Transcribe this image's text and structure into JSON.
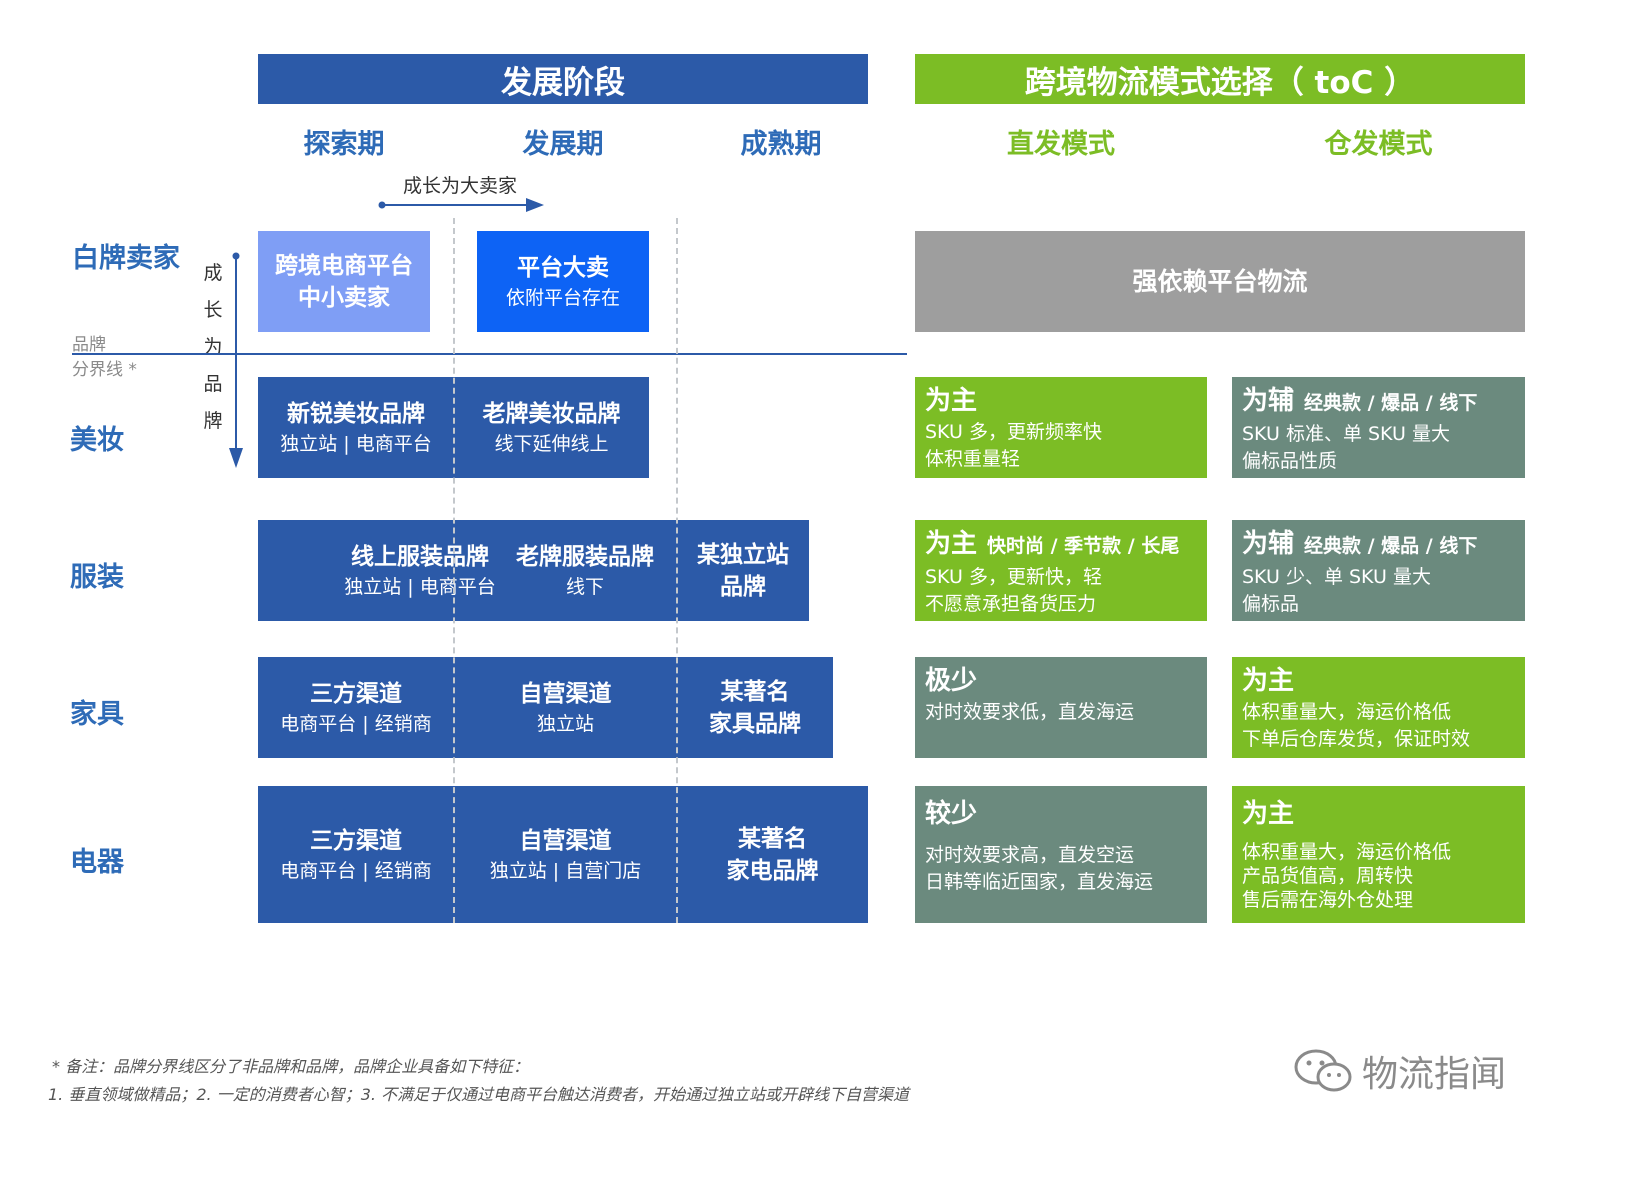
{
  "headers": {
    "stage": "发展阶段",
    "logistics": "跨境物流模式选择（ toC ）"
  },
  "stage_columns": [
    "探索期",
    "发展期",
    "成熟期"
  ],
  "logistics_columns": [
    "直发模式",
    "仓发模式"
  ],
  "growth_arrow_label": "成长为大卖家",
  "vertical_arrow_chars": [
    "成",
    "长",
    "为",
    "品",
    "牌"
  ],
  "boundary_label": [
    "品牌",
    "分界线 *"
  ],
  "row_labels": {
    "white_label": "白牌卖家",
    "beauty": "美妆",
    "apparel": "服装",
    "furniture": "家具",
    "appliance": "电器"
  },
  "white_label": {
    "small": {
      "title1": "跨境电商平台",
      "title2": "中小卖家"
    },
    "big": {
      "title": "平台大卖",
      "sub": "依附平台存在"
    },
    "logistics": "强依赖平台物流"
  },
  "beauty": {
    "b1": {
      "title": "新锐美妆品牌",
      "sub": "独立站 | 电商平台"
    },
    "b2": {
      "title": "老牌美妆品牌",
      "sub": "线下延伸线上"
    },
    "direct": {
      "title": "为主",
      "line1": "SKU 多，更新频率快",
      "line2": "体积重量轻"
    },
    "warehouse": {
      "title": "为辅",
      "note": "经典款 / 爆品 / 线下",
      "line1": "SKU 标准、单 SKU 量大",
      "line2": "偏标品性质"
    }
  },
  "apparel": {
    "b1": {
      "title": "线上服装品牌",
      "sub": "独立站 | 电商平台"
    },
    "b2": {
      "title": "老牌服装品牌",
      "sub": "线下"
    },
    "b3": {
      "title1": "某独立站",
      "title2": "品牌"
    },
    "direct": {
      "title": "为主",
      "note": "快时尚 / 季节款 / 长尾",
      "line1": "SKU 多，更新快，轻",
      "line2": "不愿意承担备货压力"
    },
    "warehouse": {
      "title": "为辅",
      "note": "经典款 / 爆品 / 线下",
      "line1": "SKU 少、单 SKU 量大",
      "line2": "偏标品"
    }
  },
  "furniture": {
    "b1": {
      "title": "三方渠道",
      "sub": "电商平台 | 经销商"
    },
    "b2": {
      "title": "自营渠道",
      "sub": "独立站"
    },
    "b3": {
      "title1": "某著名",
      "title2": "家具品牌"
    },
    "direct": {
      "title": "极少",
      "line1": "对时效要求低，直发海运"
    },
    "warehouse": {
      "title": "为主",
      "line1": "体积重量大，海运价格低",
      "line2": "下单后仓库发货，保证时效"
    }
  },
  "appliance": {
    "b1": {
      "title": "三方渠道",
      "sub": "电商平台 | 经销商"
    },
    "b2": {
      "title": "自营渠道",
      "sub": "独立站 | 自营门店"
    },
    "b3": {
      "title1": "某著名",
      "title2": "家电品牌"
    },
    "direct": {
      "title": "较少",
      "line1": "对时效要求高，直发空运",
      "line2": "日韩等临近国家，直发海运"
    },
    "warehouse": {
      "title": "为主",
      "line1": "体积重量大，海运价格低",
      "line2": "产品货值高，周转快",
      "line3": "售后需在海外仓处理"
    }
  },
  "footnote": {
    "line1": "* 备注：品牌分界线区分了非品牌和品牌，品牌企业具备如下特征：",
    "line2": "1. 垂直领域做精品；2. 一定的消费者心智；3. 不满足于仅通过电商平台触达消费者，开始通过独立站或开辟线下自营渠道"
  },
  "watermark": "物流指闻",
  "colors": {
    "blue_dark": "#2c5aa8",
    "blue_light": "#7f9ef5",
    "blue_bright": "#0d63f5",
    "green": "#7cbd25",
    "gray_green": "#6b8a7e",
    "gray": "#9e9e9e",
    "row_text": "#2e6bb7"
  }
}
